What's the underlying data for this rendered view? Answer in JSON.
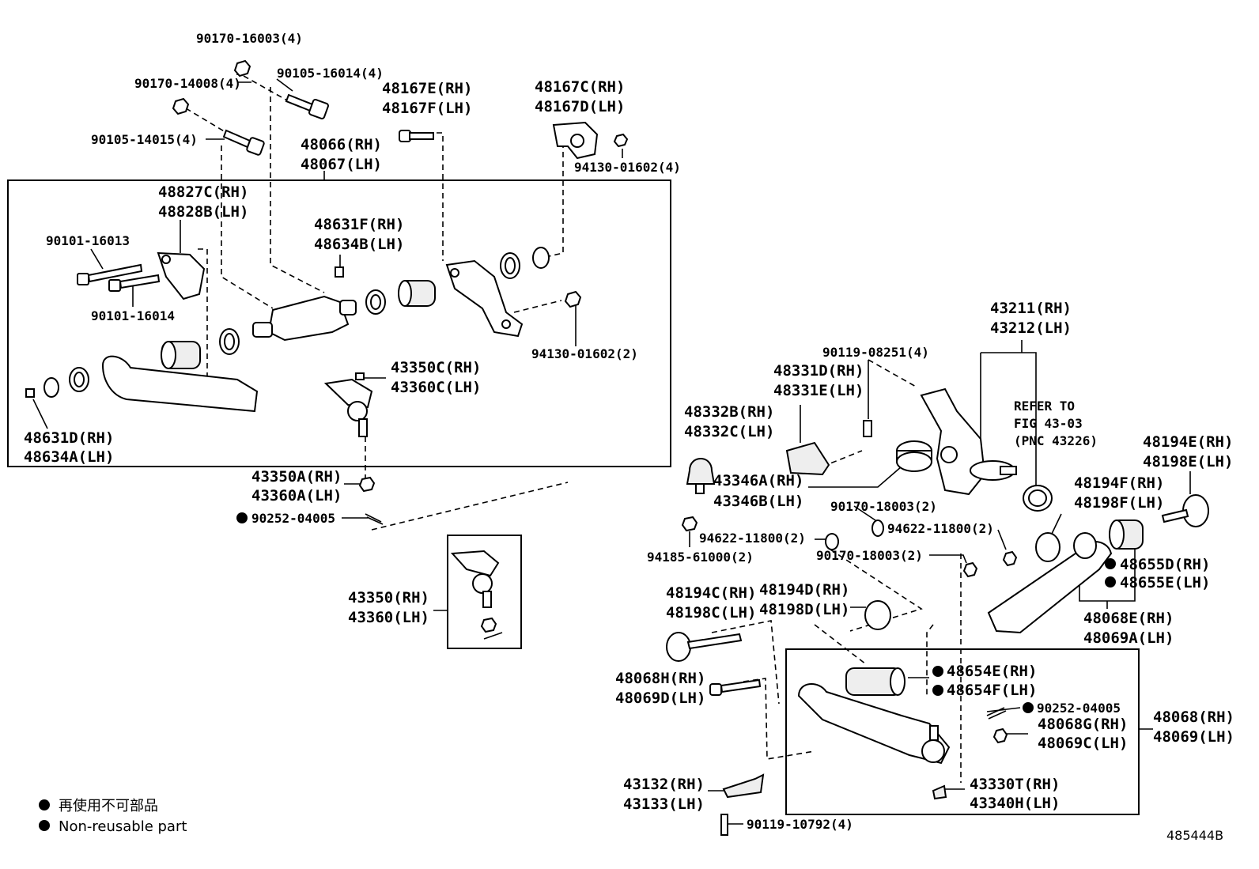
{
  "labels": {
    "l_90170_16003": "90170-16003(4)",
    "l_90170_14008": "90170-14008(4)",
    "l_90105_16014": "90105-16014(4)",
    "l_90105_14015": "90105-14015(4)",
    "l_48167E": "48167E(RH)",
    "l_48167F": "48167F(LH)",
    "l_48167C": "48167C(RH)",
    "l_48167D": "48167D(LH)",
    "l_94130_01602_4": "94130-01602(4)",
    "l_48066": "48066(RH)",
    "l_48067": "48067(LH)",
    "l_48827C": "48827C(RH)",
    "l_48828B": "48828B(LH)",
    "l_90101_16013": "90101-16013",
    "l_90101_16014": "90101-16014",
    "l_48631F": "48631F(RH)",
    "l_48634B": "48634B(LH)",
    "l_94130_01602_2": "94130-01602(2)",
    "l_43350C": "43350C(RH)",
    "l_43360C": "43360C(LH)",
    "l_48631D": "48631D(RH)",
    "l_48634A": "48634A(LH)",
    "l_43350A": "43350A(RH)",
    "l_43360A": "43360A(LH)",
    "l_90252_04005a": "90252-04005",
    "l_43350": "43350(RH)",
    "l_43360": "43360(LH)",
    "l_43211": "43211(RH)",
    "l_43212": "43212(LH)",
    "l_90119_08251": "90119-08251(4)",
    "l_48331D": "48331D(RH)",
    "l_48331E": "48331E(LH)",
    "l_refer1": "REFER TO",
    "l_refer2": "FIG 43-03",
    "l_refer3": "(PNC 43226)",
    "l_48332B": "48332B(RH)",
    "l_48332C": "48332C(LH)",
    "l_43346A": "43346A(RH)",
    "l_43346B": "43346B(LH)",
    "l_48194E": "48194E(RH)",
    "l_48198E": "48198E(LH)",
    "l_48194F": "48194F(RH)",
    "l_48198F": "48198F(LH)",
    "l_90170_18003a": "90170-18003(2)",
    "l_94622_11800a": "94622-11800(2)",
    "l_94622_11800b": "94622-11800(2)",
    "l_94185_61000": "94185-61000(2)",
    "l_90170_18003b": "90170-18003(2)",
    "l_48655D": "48655D(RH)",
    "l_48655E": "48655E(LH)",
    "l_48194C": "48194C(RH)",
    "l_48198C": "48198C(LH)",
    "l_48194D": "48194D(RH)",
    "l_48198D": "48198D(LH)",
    "l_48068E": "48068E(RH)",
    "l_48069A": "48069A(LH)",
    "l_48654E": "48654E(RH)",
    "l_48654F": "48654F(LH)",
    "l_48068H": "48068H(RH)",
    "l_48069D": "48069D(LH)",
    "l_90252_04005b": "90252-04005",
    "l_48068G": "48068G(RH)",
    "l_48069C": "48069C(LH)",
    "l_48068": "48068(RH)",
    "l_48069": "48069(LH)",
    "l_43132": "43132(RH)",
    "l_43133": "43133(LH)",
    "l_43330T": "43330T(RH)",
    "l_43340H": "43340H(LH)",
    "l_90119_10792": "90119-10792(4)"
  },
  "legend": {
    "jp": "再使用不可部品",
    "en": "Non-reusable part"
  },
  "figure_code": "485444B"
}
